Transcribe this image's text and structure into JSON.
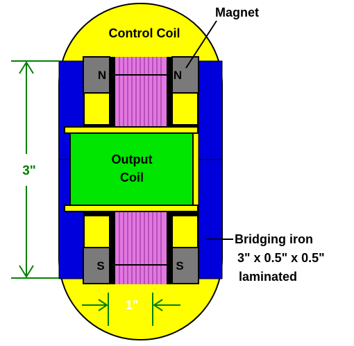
{
  "labels": {
    "magnet": "Magnet",
    "control_coil": "Control Coil",
    "output_coil_line1": "Output",
    "output_coil_line2": "Coil",
    "north_pole": "N",
    "south_pole": "S",
    "height_dimension": "3\"",
    "width_dimension": "1\"",
    "bridging_iron_line1": "Bridging iron",
    "bridging_iron_line2": "3\" x 0.5\" x 0.5\"",
    "bridging_iron_line3": "laminated"
  },
  "colors": {
    "control_coil": "#ffff00",
    "output_coil": "#00e600",
    "bridging_iron": "#0000dd",
    "magnet": "#7a7a7a",
    "laminated_core": "#e277e2",
    "dimension_lines": "#008000",
    "outline": "#000000"
  }
}
